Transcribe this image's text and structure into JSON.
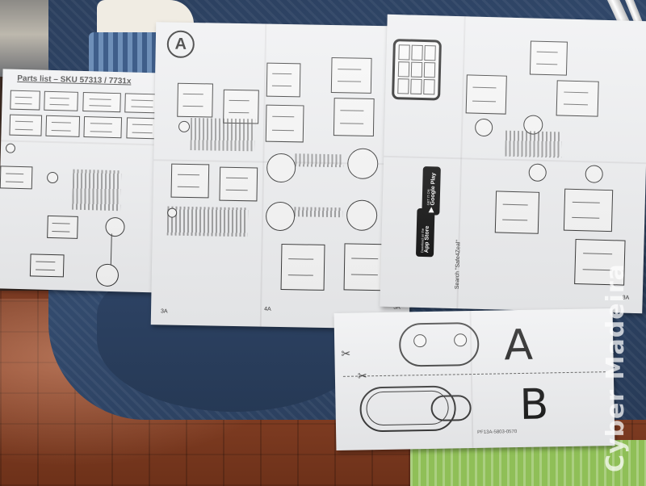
{
  "parts_sheet": {
    "title": "Parts list – SKU 57313 / 7731x"
  },
  "sheet_a": {
    "badge": "A"
  },
  "sheet_c": {
    "badges": [
      {
        "small": "Download on the",
        "name": "App Store",
        "glyph": ""
      },
      {
        "small": "GET IT ON",
        "name": "Google Play",
        "glyph": "▶"
      }
    ],
    "search_text": "Search \"Safe4Zeal\""
  },
  "cutout_sheet": {
    "letters": [
      "A",
      "B"
    ],
    "code": "PF13A-5803-0570"
  },
  "watermark": "Cyber Madeira"
}
